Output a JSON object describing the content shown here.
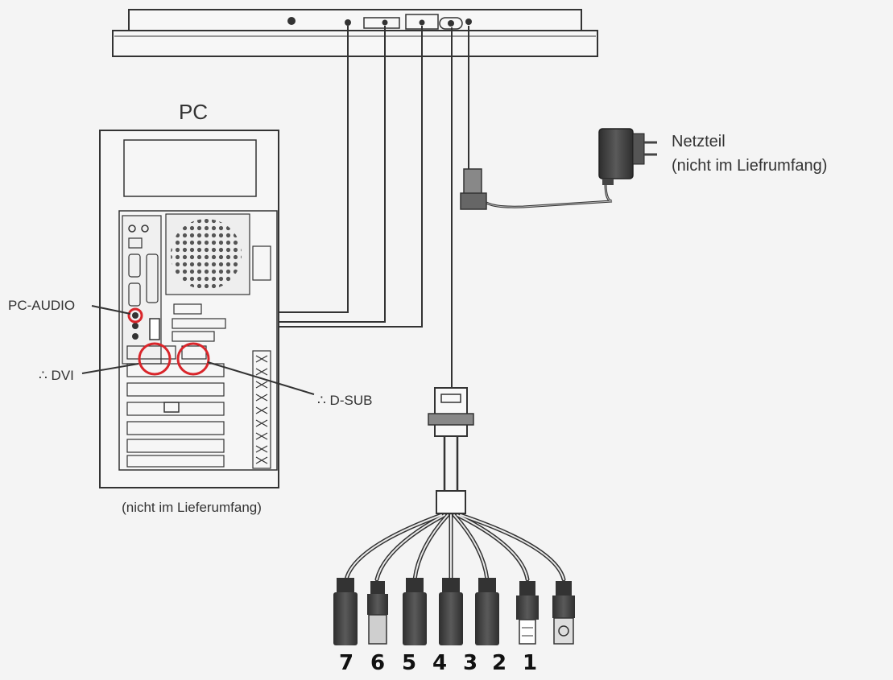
{
  "labels": {
    "pc": "PC",
    "power_supply": "Netzteil",
    "power_supply_note": "(nicht im Liefrumfang)",
    "pc_audio": "PC-AUDIO",
    "dvi": "∴ DVI",
    "dsub": "∴ D-SUB",
    "pc_note": "(nicht im Lieferumfang)"
  },
  "connector_numbers": [
    "7",
    "6",
    "5",
    "4",
    "3",
    "2",
    "1"
  ],
  "colors": {
    "line": "#333333",
    "highlight": "#d9262b",
    "background": "#f4f4f4",
    "connector_dark": "#3a3a3a"
  }
}
